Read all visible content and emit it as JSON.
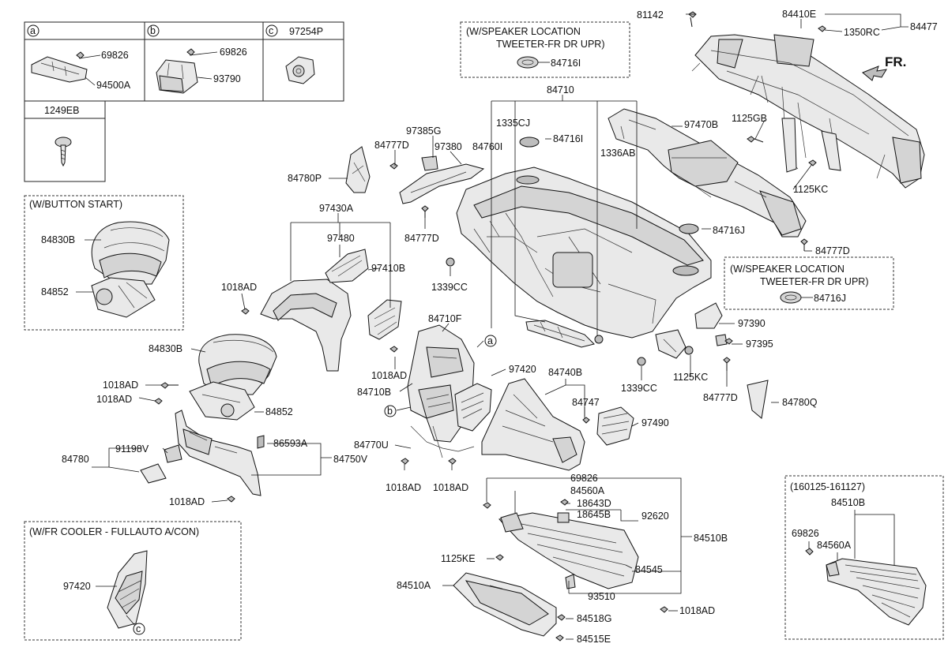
{
  "inset_a": {
    "letter": "a",
    "p1": "69826",
    "p2": "94500A"
  },
  "inset_b": {
    "letter": "b",
    "p1": "69826",
    "p2": "93790"
  },
  "inset_c": {
    "letter": "c",
    "p1": "97254P"
  },
  "inset_screw": {
    "p1": "1249EB"
  },
  "speaker_top": {
    "line1": "(W/SPEAKER LOCATION",
    "line2": "TWEETER-FR DR UPR)",
    "part": "84716I"
  },
  "speaker_right": {
    "line1": "(W/SPEAKER LOCATION",
    "line2": "TWEETER-FR DR UPR)",
    "part": "84716J"
  },
  "button_start": {
    "title": "(W/BUTTON START)",
    "p1": "84830B",
    "p2": "84852"
  },
  "fr_cooler": {
    "title": "(W/FR COOLER - FULLAUTO A/CON)",
    "p1": "97420",
    "letter": "c"
  },
  "variant": {
    "title": "(160125-161127)",
    "p1": "84510B",
    "p2": "69826",
    "p3": "84560A"
  },
  "fr_label": "FR.",
  "labels": {
    "l81142": "81142",
    "l84410E": "84410E",
    "l84477": "84477",
    "l1350RC": "1350RC",
    "l84710": "84710",
    "l1335CJ": "1335CJ",
    "l84716I": "84716I",
    "l1336AB": "1336AB",
    "l97470B": "97470B",
    "l1125GB": "1125GB",
    "l1125KC_r": "1125KC",
    "l84716J": "84716J",
    "l84777D_r": "84777D",
    "l97385G": "97385G",
    "l84777D_t": "84777D",
    "l97380": "97380",
    "l84760I": "84760I",
    "l84780P": "84780P",
    "l84777D_m": "84777D",
    "l97430A": "97430A",
    "l97480": "97480",
    "l97410B": "97410B",
    "l1339CC_t": "1339CC",
    "l1018AD_a": "1018AD",
    "l84830B": "84830B",
    "l1018AD_b": "1018AD",
    "l1018AD_c": "1018AD",
    "l84852": "84852",
    "l84710F": "84710F",
    "l1018AD_d": "1018AD",
    "l84710B": "84710B",
    "l97420": "97420",
    "l84740B": "84740B",
    "l84747": "84747",
    "l97490": "97490",
    "l1339CC_b": "1339CC",
    "l1125KC_b": "1125KC",
    "l97390": "97390",
    "l97395": "97395",
    "l84777D_b": "84777D",
    "l84780Q": "84780Q",
    "l84770U": "84770U",
    "l1018AD_e": "1018AD",
    "l1018AD_f": "1018AD",
    "l84780": "84780",
    "l91198V": "91198V",
    "l86593A": "86593A",
    "l84750V": "84750V",
    "l1018AD_g": "1018AD",
    "l69826": "69826",
    "l84560A": "84560A",
    "l18643D": "18643D",
    "l18645B": "18645B",
    "l92620": "92620",
    "l84510B": "84510B",
    "l1125KE": "1125KE",
    "l84545": "84545",
    "l84510A": "84510A",
    "l93510": "93510",
    "l1018AD_h": "1018AD",
    "l84518G": "84518G",
    "l84515E": "84515E",
    "l_a": "a",
    "l_b": "b"
  }
}
